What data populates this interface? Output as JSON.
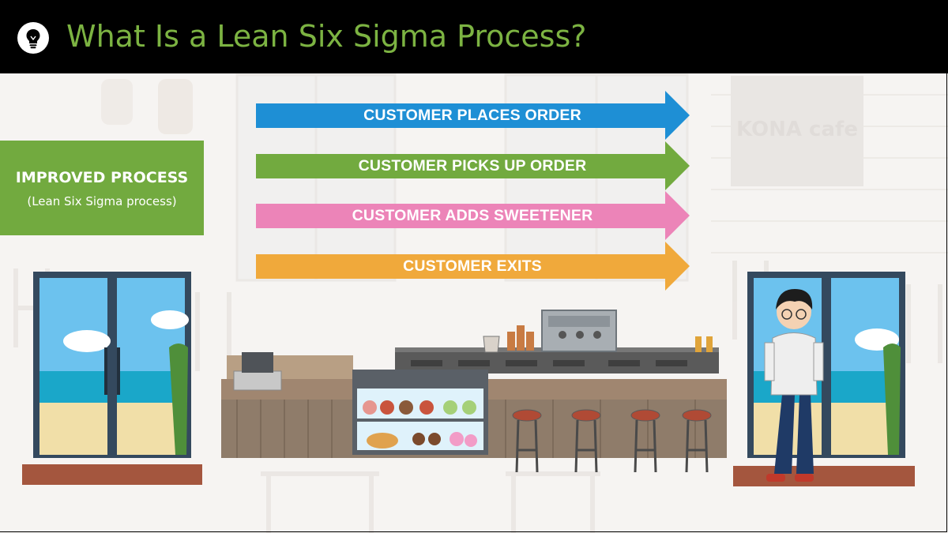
{
  "header": {
    "title": "What Is a Lean Six Sigma Process?",
    "icon": "lightbulb-icon",
    "title_color": "#7cb342"
  },
  "process_label": {
    "title": "IMPROVED PROCESS",
    "subtitle": "(Lean Six Sigma process)",
    "color": "#72aa3f"
  },
  "steps": [
    {
      "label": "CUSTOMER PLACES ORDER",
      "color": "#1e8fd5"
    },
    {
      "label": "CUSTOMER PICKS UP ORDER",
      "color": "#72aa3f"
    },
    {
      "label": "CUSTOMER ADDS SWEETENER",
      "color": "#ec84b8"
    },
    {
      "label": "CUSTOMER EXITS",
      "color": "#f0a93b"
    }
  ],
  "scene": {
    "sign_text": "KONA cafe"
  }
}
